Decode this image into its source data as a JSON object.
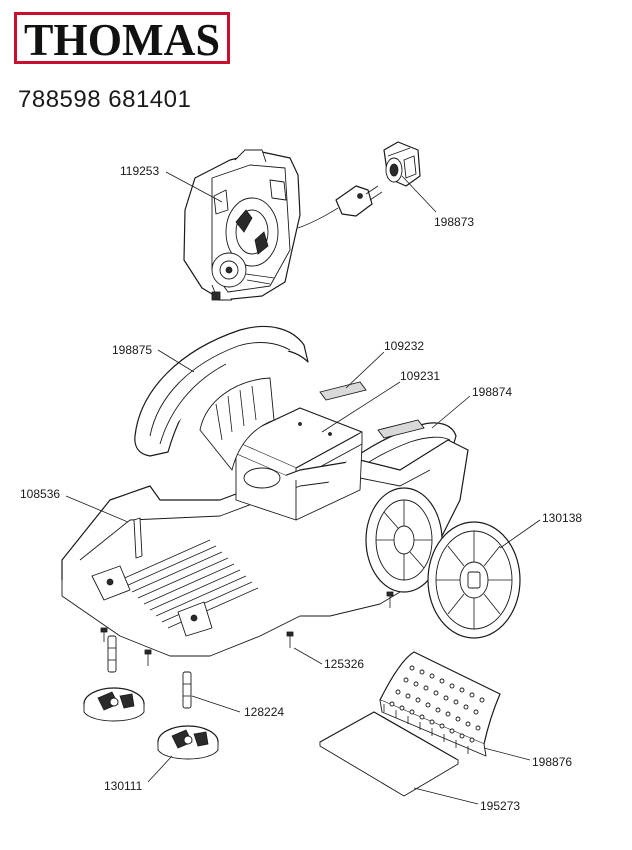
{
  "brand": {
    "logo_text": "THOMAS",
    "frame_color": "#c8102e"
  },
  "model_number": "788598 681401",
  "parts": [
    {
      "id": "119253"
    },
    {
      "id": "198873"
    },
    {
      "id": "198875"
    },
    {
      "id": "109232"
    },
    {
      "id": "109231"
    },
    {
      "id": "198874"
    },
    {
      "id": "108536"
    },
    {
      "id": "130138"
    },
    {
      "id": "125326"
    },
    {
      "id": "128224"
    },
    {
      "id": "198876"
    },
    {
      "id": "130111"
    },
    {
      "id": "195273"
    }
  ]
}
